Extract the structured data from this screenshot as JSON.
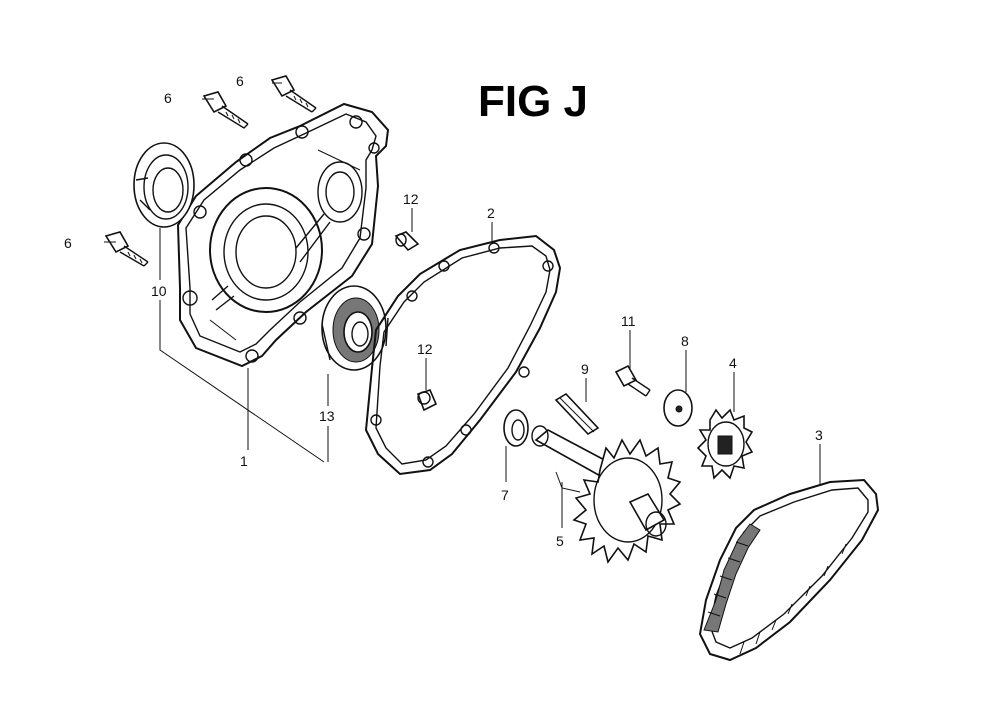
{
  "figure": {
    "title": "FIG J"
  },
  "callouts": [
    {
      "id": "c1",
      "text": "1"
    },
    {
      "id": "c2",
      "text": "2"
    },
    {
      "id": "c3",
      "text": "3"
    },
    {
      "id": "c4",
      "text": "4"
    },
    {
      "id": "c5",
      "text": "5"
    },
    {
      "id": "c6a",
      "text": "6"
    },
    {
      "id": "c6b",
      "text": "6"
    },
    {
      "id": "c6c",
      "text": "6"
    },
    {
      "id": "c7",
      "text": "7"
    },
    {
      "id": "c8",
      "text": "8"
    },
    {
      "id": "c9",
      "text": "9"
    },
    {
      "id": "c10",
      "text": "10"
    },
    {
      "id": "c11",
      "text": "11"
    },
    {
      "id": "c12a",
      "text": "12"
    },
    {
      "id": "c12b",
      "text": "12"
    },
    {
      "id": "c13",
      "text": "13"
    }
  ]
}
